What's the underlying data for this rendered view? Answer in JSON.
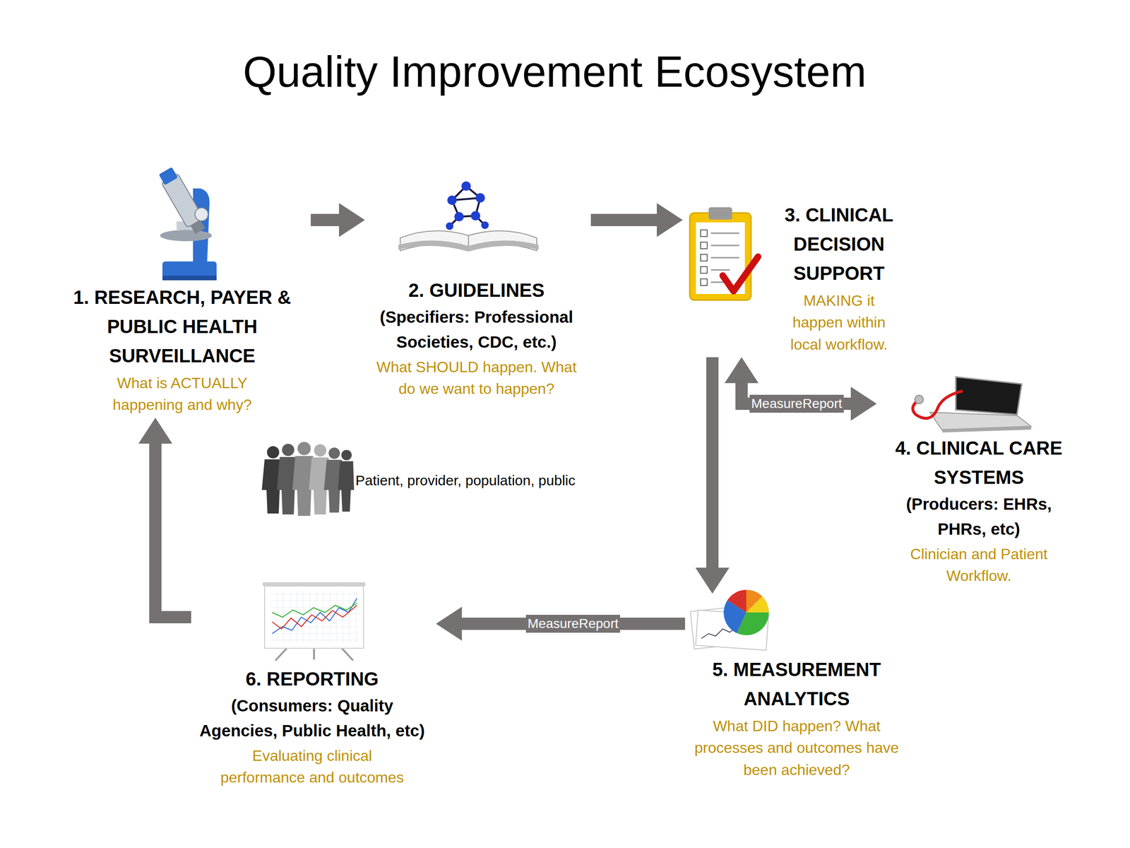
{
  "diagram": {
    "title": "Quality Improvement Ecosystem",
    "nodes": [
      {
        "text": [
          "1. RESEARCH, PAYER & PUBLIC HEALTH SURVEILLANCE",
          "What is ACTUALLY happening and why?"
        ]
      },
      {
        "text": [
          "2. GUIDELINES",
          "(Specifiers: Professional Societies, CDC, etc.)",
          "What SHOULD happen. What do we want to happen?"
        ]
      },
      {
        "text": [
          "3. CLINICAL DECISION SUPPORT",
          "MAKING it happen within local workflow."
        ]
      },
      {
        "text": [
          "4. CLINICAL CARE SYSTEMS",
          "(Producers: EHRs, PHRs, etc)",
          "Clinician and Patient Workflow."
        ]
      },
      {
        "text": [
          "5. MEASUREMENT ANALYTICS",
          "What DID happen? What processes and outcomes have been achieved?"
        ]
      },
      {
        "text": [
          "6. REPORTING",
          "(Consumers: Quality Agencies, Public Health, etc)",
          "Evaluating clinical performance and outcomes"
        ]
      }
    ],
    "edges": [
      {
        "from": 0,
        "to": 1,
        "arrow": "to"
      },
      {
        "from": 1,
        "to": 2,
        "arrow": "to"
      },
      {
        "from": 2,
        "to": 4,
        "arrow": "to"
      },
      {
        "from": 2,
        "to": 3,
        "label": "MeasureReport",
        "arrow": "both"
      },
      {
        "from": 4,
        "to": 5,
        "label": "MeasureReport",
        "arrow": "to"
      },
      {
        "from": 5,
        "to": 0,
        "arrow": "to"
      }
    ],
    "labels": [
      "Patient, provider, population, public"
    ]
  }
}
